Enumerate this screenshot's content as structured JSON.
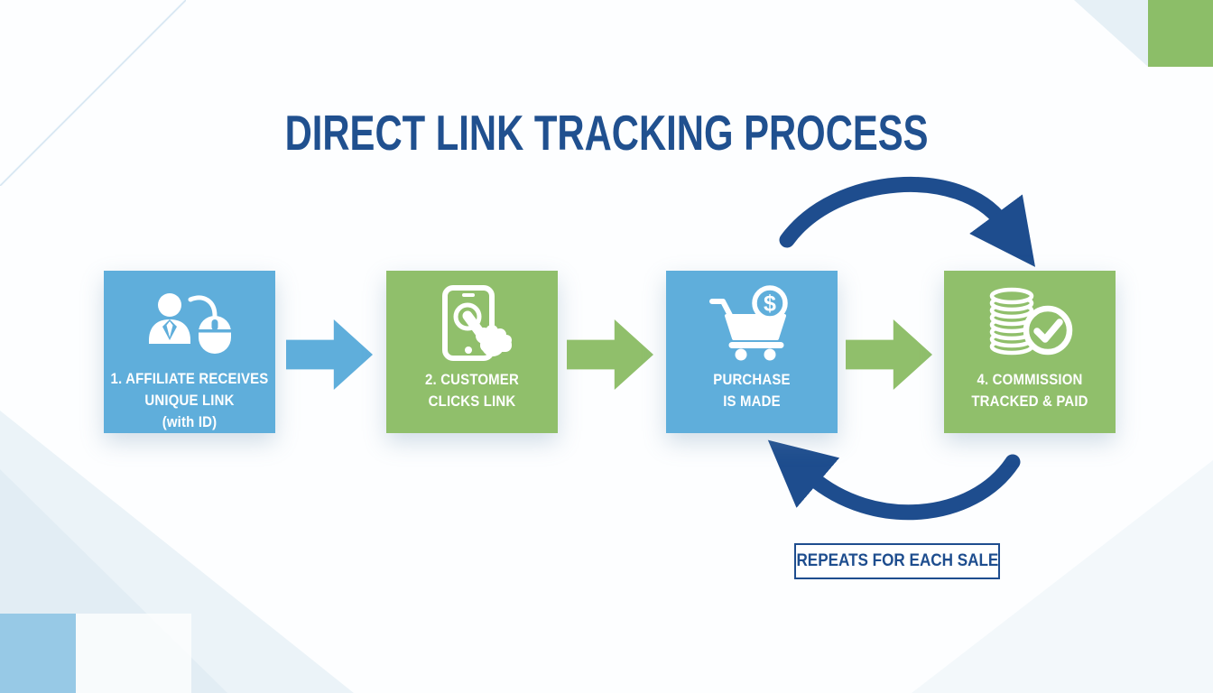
{
  "title": "DIRECT LINK TRACKING PROCESS",
  "steps": [
    {
      "label": "1. AFFILIATE RECEIVES\nUNIQUE LINK\n(with ID)",
      "icon": "affiliate-person-mouse-icon",
      "color": "#5FAEDB"
    },
    {
      "label": "2. CUSTOMER\nCLICKS LINK",
      "icon": "phone-tap-icon",
      "color": "#90BF6B"
    },
    {
      "label": "PURCHASE\nIS MADE",
      "icon": "cart-dollar-icon",
      "color": "#5FAEDB"
    },
    {
      "label": "4. COMMISSION\nTRACKED & PAID",
      "icon": "coins-check-icon",
      "color": "#90BF6B"
    }
  ],
  "cycle": {
    "label": "REPEATS FOR EACH SALE"
  },
  "colors": {
    "navy_text": "#20508F",
    "navy_arrow": "#1E4D8E",
    "step_blue": "#5FAEDB",
    "step_green": "#90BF6B",
    "background": "#FDFEFF",
    "deco_blue_square": "#97C9E6",
    "deco_green_square": "#8CBE68"
  }
}
